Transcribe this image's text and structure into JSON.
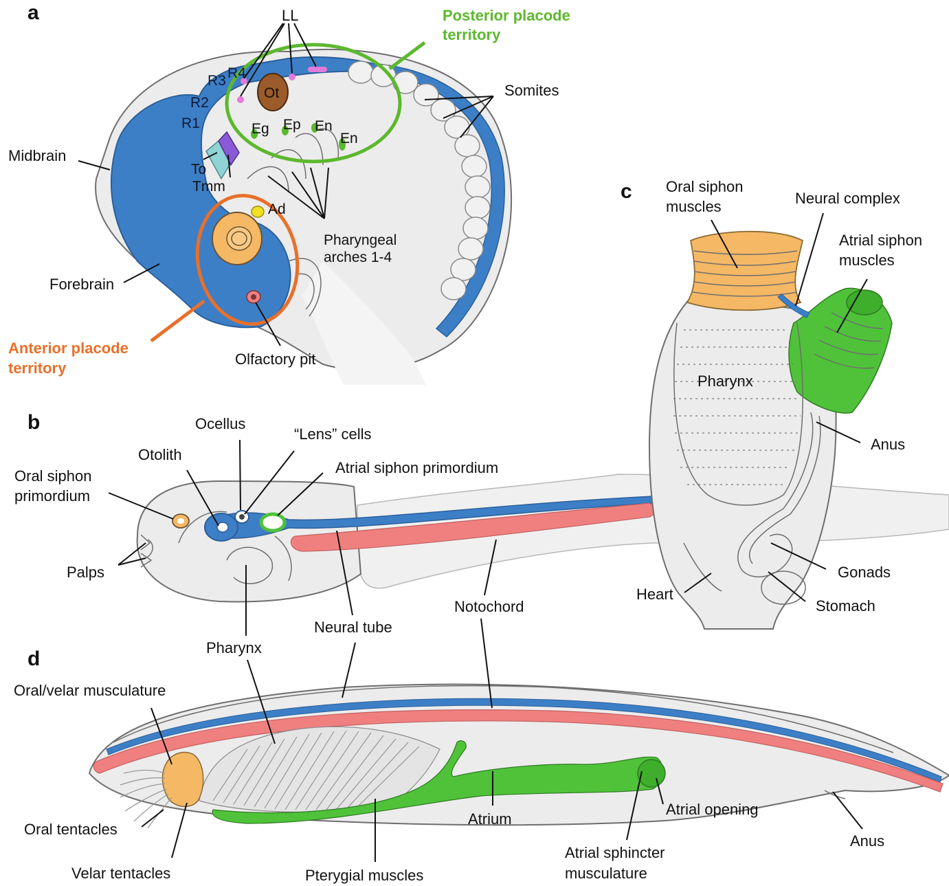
{
  "panel_a": {
    "letter": "a",
    "labels": {
      "ll": "LL",
      "posterior_1": "Posterior placode",
      "posterior_2": "territory",
      "somites": "Somites",
      "r4": "R4",
      "r3": "R3",
      "r2": "R2",
      "r1": "R1",
      "ot": "Ot",
      "eg": "Eg",
      "ep": "Ep",
      "en1": "En",
      "en2": "En",
      "midbrain": "Midbrain",
      "to": "To",
      "tmm": "Tmm",
      "ad": "Ad",
      "pharyngeal_1": "Pharyngeal",
      "pharyngeal_2": "arches 1-4",
      "forebrain": "Forebrain",
      "anterior_1": "Anterior placode",
      "anterior_2": "territory",
      "olfactory_pit": "Olfactory pit"
    }
  },
  "panel_b": {
    "letter": "b",
    "labels": {
      "ocellus": "Ocellus",
      "lens_cells": "“Lens” cells",
      "otolith": "Otolith",
      "atrial_siphon_primordium": "Atrial siphon primordium",
      "oral_siphon_1": "Oral siphon",
      "oral_siphon_2": "primordium",
      "palps": "Palps",
      "pharynx": "Pharynx",
      "neural_tube": "Neural tube",
      "notochord": "Notochord"
    }
  },
  "panel_c": {
    "letter": "c",
    "labels": {
      "oral_siphon_1": "Oral siphon",
      "oral_siphon_2": "muscles",
      "neural_complex": "Neural complex",
      "atrial_siphon_1": "Atrial siphon",
      "atrial_siphon_2": "muscles",
      "pharynx": "Pharynx",
      "anus": "Anus",
      "gonads": "Gonads",
      "heart": "Heart",
      "stomach": "Stomach"
    }
  },
  "panel_d": {
    "letter": "d",
    "labels": {
      "oral_velar": "Oral/velar musculature",
      "oral_tentacles": "Oral tentacles",
      "velar_tentacles": "Velar tentacles",
      "pterygial": "Pterygial muscles",
      "atrium": "Atrium",
      "atrial_opening": "Atrial opening",
      "atrial_sphincter_1": "Atrial sphincter",
      "atrial_sphincter_2": "musculature",
      "anus": "Anus"
    }
  },
  "colors": {
    "neural": "#3d7fc6",
    "notochord": "#f08080",
    "orange_muscle": "#f5b865",
    "green_muscle": "#4fc23a",
    "anterior_territory": "#e8702a",
    "posterior_territory": "#5cb82e",
    "otic": "#9c5b2a",
    "lateral_line": "#e27ad9",
    "tissue": "#ececec"
  }
}
